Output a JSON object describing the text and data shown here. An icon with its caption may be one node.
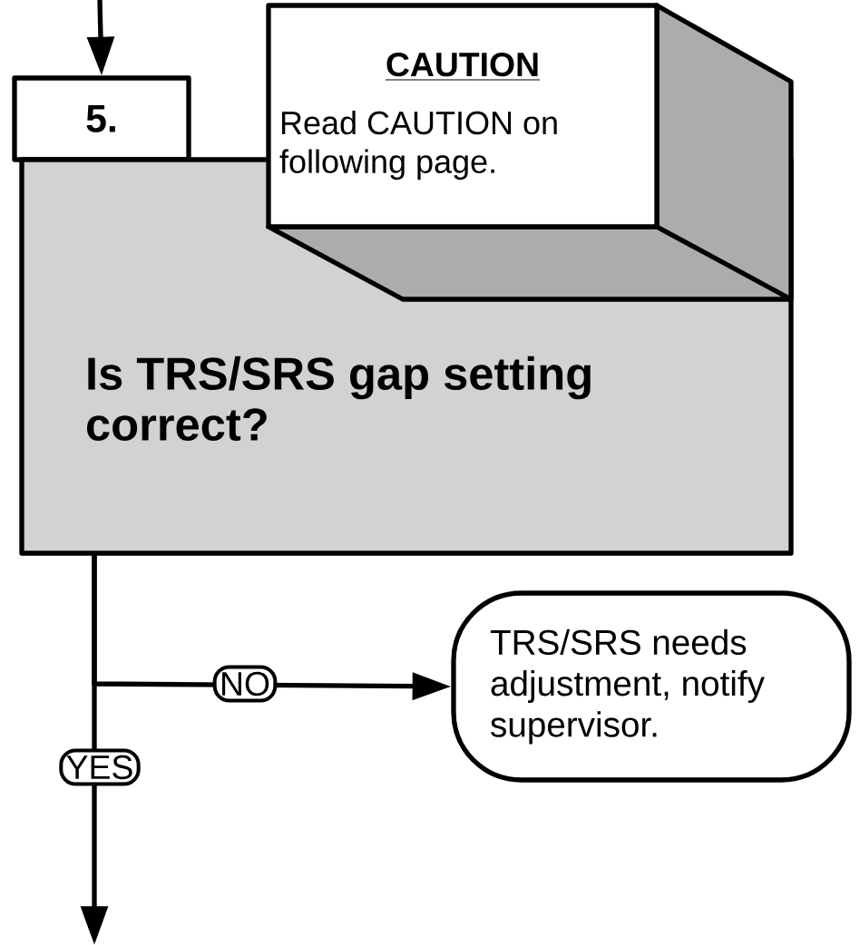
{
  "diagram": {
    "nodes": [
      {
        "text": [
          "5."
        ]
      },
      {
        "text": [
          "Is TRS/SRS gap setting correct?"
        ]
      },
      {
        "text": [
          "CAUTION",
          "Read CAUTION on following page."
        ]
      },
      {
        "text": [
          "TRS/SRS needs adjustment, notify supervisor."
        ]
      }
    ],
    "edges": [
      {
        "from": null,
        "to": 0,
        "arrow": "to"
      },
      {
        "from": 1,
        "to": 3,
        "arrow": "to",
        "label": "NO"
      },
      {
        "from": 1,
        "to": null,
        "arrow": "to",
        "label": "YES"
      }
    ]
  }
}
